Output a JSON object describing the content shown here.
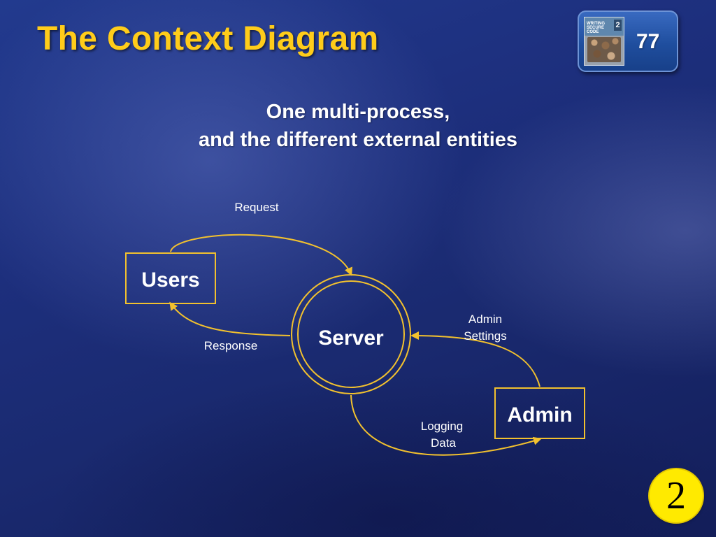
{
  "slide": {
    "title": "The Context Diagram",
    "page_number": "77",
    "badge_number": "2",
    "book_cover_text": {
      "line1": "WRITING",
      "line2": "SECURE",
      "line3": "CODE",
      "edition": "2"
    },
    "subtitle_line1": "One multi-process,",
    "subtitle_line2": "and the different external entities"
  },
  "diagram": {
    "nodes": {
      "users": "Users",
      "server": "Server",
      "admin": "Admin"
    },
    "edges": {
      "request": "Request",
      "response": "Response",
      "admin_settings_1": "Admin",
      "admin_settings_2": "Settings",
      "logging_data_1": "Logging",
      "logging_data_2": "Data"
    }
  },
  "colors": {
    "title": "#ffcc1a",
    "line": "#f2c12e",
    "badge": "#ffea00",
    "background": "#1d2f7d"
  }
}
